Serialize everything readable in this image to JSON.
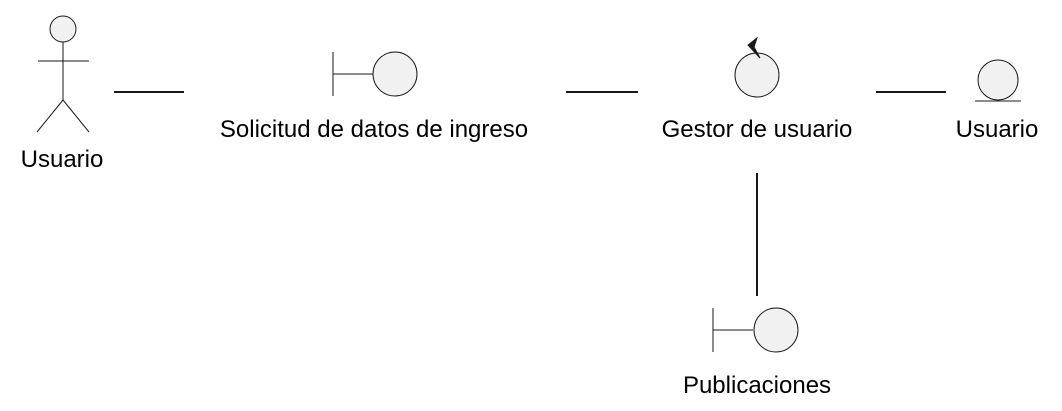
{
  "diagram": {
    "type": "UML robustness diagram",
    "actor": {
      "label": "Usuario",
      "icon": "actor-stick-figure-icon"
    },
    "boundary_login": {
      "label": "Solicitud de datos de ingreso",
      "icon": "boundary-icon"
    },
    "control_user_manager": {
      "label": "Gestor de usuario",
      "icon": "control-icon"
    },
    "entity_user": {
      "label": "Usuario",
      "icon": "entity-icon"
    },
    "boundary_publications": {
      "label": "Publicaciones",
      "icon": "boundary-icon"
    },
    "connections": [
      {
        "from": "Usuario",
        "to": "Solicitud de datos de ingreso"
      },
      {
        "from": "Solicitud de datos de ingreso",
        "to": "Gestor de usuario"
      },
      {
        "from": "Gestor de usuario",
        "to": "Usuario"
      },
      {
        "from": "Gestor de usuario",
        "to": "Publicaciones"
      }
    ],
    "colors": {
      "shape_fill": "#f1f1f1",
      "stroke": "#181818",
      "text": "#000000",
      "background": "#ffffff"
    }
  }
}
